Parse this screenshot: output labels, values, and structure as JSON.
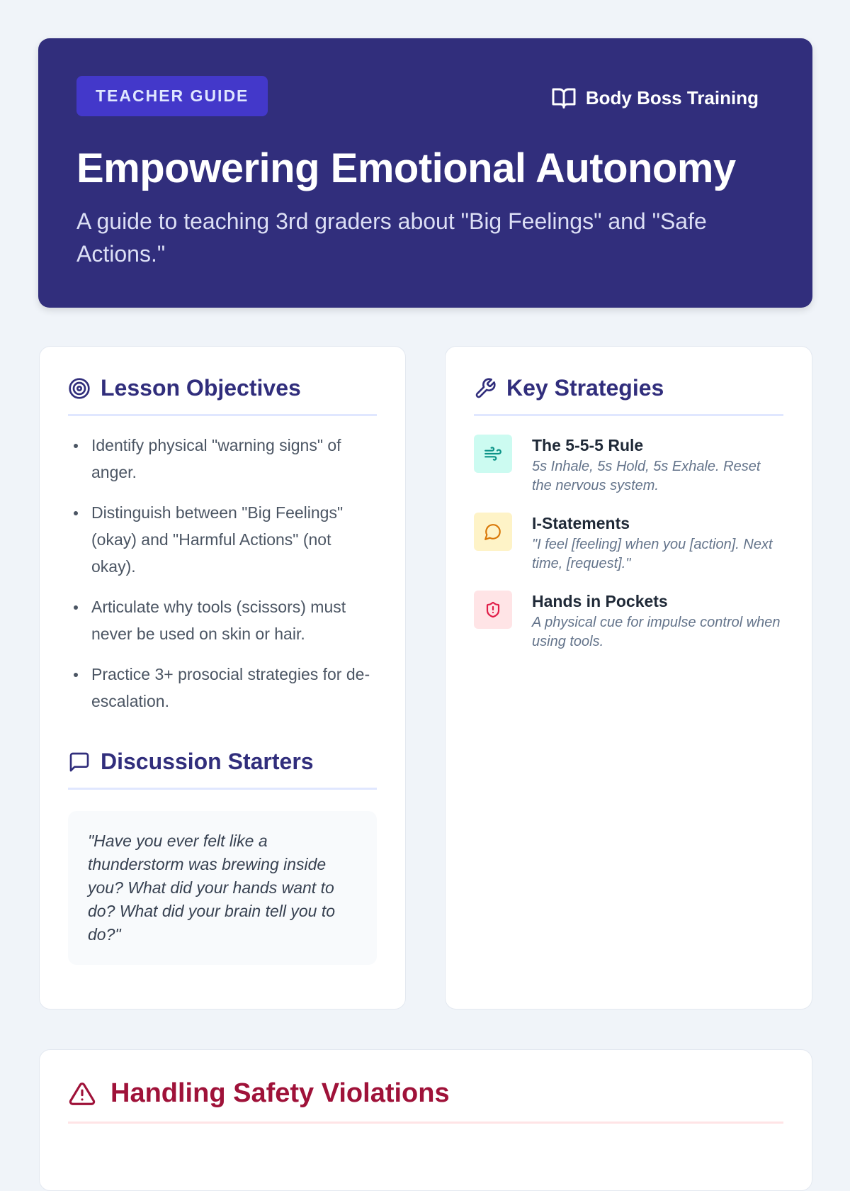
{
  "header": {
    "badge": "TEACHER GUIDE",
    "brand": "Body Boss Training",
    "title": "Empowering Emotional Autonomy",
    "subtitle": "A guide to teaching 3rd graders about \"Big Feelings\" and \"Safe Actions.\""
  },
  "objectives": {
    "title": "Lesson Objectives",
    "items": [
      "Identify physical \"warning signs\" of anger.",
      "Distinguish between \"Big Feelings\" (okay) and \"Harmful Actions\" (not okay).",
      "Articulate why tools (scissors) must never be used on skin or hair.",
      "Practice 3+ prosocial strategies for de-escalation."
    ]
  },
  "discussion": {
    "title": "Discussion Starters",
    "quote": "\"Have you ever felt like a thunderstorm was brewing inside you? What did your hands want to do? What did your brain tell you to do?\""
  },
  "strategies": {
    "title": "Key Strategies",
    "items": [
      {
        "title": "The 5-5-5 Rule",
        "desc": "5s Inhale, 5s Hold, 5s Exhale. Reset the nervous system.",
        "icon": "wind-icon",
        "color": "#0d9488",
        "bg": "#ccfbf1"
      },
      {
        "title": "I-Statements",
        "desc": "\"I feel [feeling] when you [action]. Next time, [request].\"",
        "icon": "message-circle-icon",
        "color": "#d97706",
        "bg": "#fef3c7"
      },
      {
        "title": "Hands in Pockets",
        "desc": "A physical cue for impulse control when using tools.",
        "icon": "shield-alert-icon",
        "color": "#e11d48",
        "bg": "#ffe4e6"
      }
    ]
  },
  "safety": {
    "title": "Handling Safety Violations"
  }
}
